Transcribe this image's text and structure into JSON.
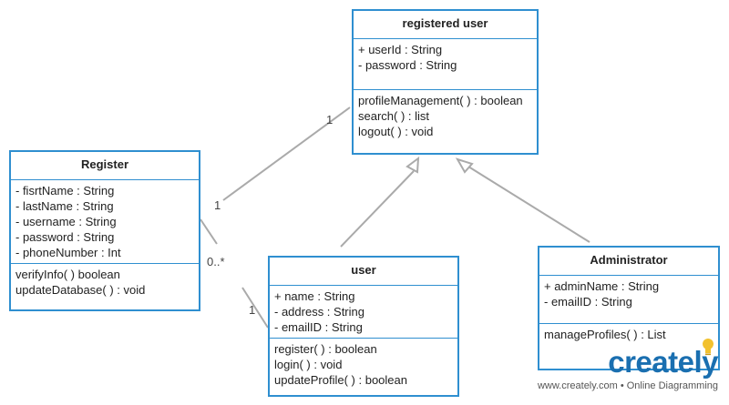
{
  "classes": {
    "registered_user": {
      "name": "registered user",
      "attributes": [
        "+ userId : String",
        "- password : String"
      ],
      "operations": [
        "profileManagement( ) : boolean",
        "search( ) : list",
        "logout( ) : void"
      ]
    },
    "register": {
      "name": "Register",
      "attributes": [
        "- fisrtName : String",
        "- lastName : String",
        "- username : String",
        "- password : String",
        "- phoneNumber : Int"
      ],
      "operations": [
        "verifyInfo( ) boolean",
        "updateDatabase( ) : void"
      ]
    },
    "user": {
      "name": "user",
      "attributes": [
        "+ name : String",
        "- address : String",
        "- emailID : String"
      ],
      "operations": [
        "register( ) : boolean",
        "login( ) : void",
        "updateProfile( ) : boolean"
      ]
    },
    "administrator": {
      "name": "Administrator",
      "attributes": [
        "+ adminName : String",
        "- emailID : String"
      ],
      "operations": [
        "manageProfiles( ) : List"
      ]
    }
  },
  "multiplicities": {
    "register_to_registered_user_near_registered": "1",
    "register_to_registered_user_near_register": "1",
    "register_to_user_near_register": "0..*",
    "register_to_user_near_user": "1"
  },
  "branding": {
    "logo": "creately",
    "tagline": "www.creately.com • Online Diagramming",
    "logo_color": "#1a6fb0",
    "bulb_color": "#f2c12e"
  },
  "colors": {
    "class_border": "#2f8fd0",
    "connector": "#aaaaaa"
  }
}
